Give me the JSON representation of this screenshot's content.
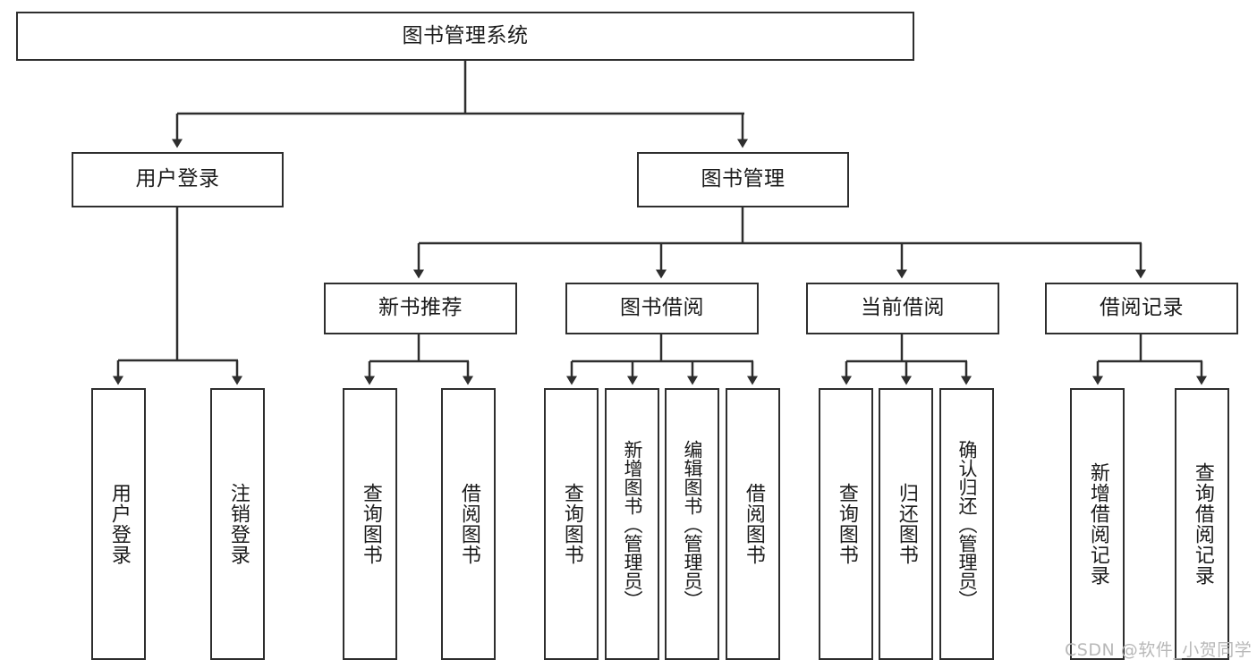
{
  "diagram": {
    "title": "图书管理系统",
    "watermark": "CSDN @软件_小贺同学",
    "background": "#ffffff",
    "stroke_color": "#2e2e2e",
    "text_color": "#1b1b1b",
    "nodes": {
      "root": "图书管理系统",
      "level2": {
        "user_login": "用户登录",
        "book_manage": "图书管理"
      },
      "level3": {
        "new_book_recommend": "新书推荐",
        "book_borrow": "图书借阅",
        "current_borrow": "当前借阅",
        "borrow_record": "借阅记录"
      },
      "leaves": {
        "user_login_leaf": "用户登录",
        "logout_leaf": "注销登录",
        "query_book_1": "查询图书",
        "borrow_book_1": "借阅图书",
        "query_book_2": "查询图书",
        "add_book_admin": "新增图书（管理员）",
        "edit_book_admin": "编辑图书（管理员）",
        "borrow_book_2": "借阅图书",
        "query_book_3": "查询图书",
        "return_book": "归还图书",
        "confirm_return_admin": "确认归还（管理员）",
        "add_borrow_record": "新增借阅记录",
        "query_borrow_record": "查询借阅记录"
      }
    }
  }
}
